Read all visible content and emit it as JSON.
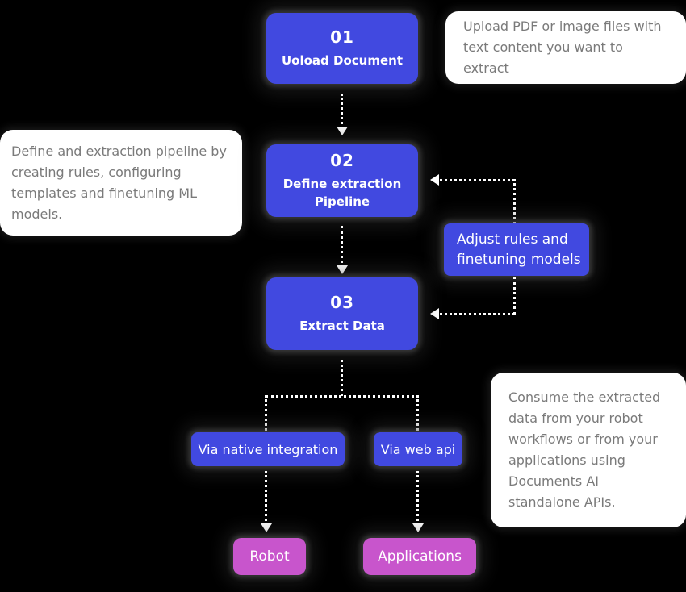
{
  "diagram": {
    "colors": {
      "box_blue": "#4149e0",
      "box_pink": "#c855cc",
      "note_bg": "#ffffff",
      "note_text": "#7a7a7a",
      "box_text": "#ffffff",
      "line": "#ffffff",
      "background": "#000000"
    },
    "steps": [
      {
        "number": "01",
        "title": "Uoload Document"
      },
      {
        "number": "02",
        "title": "Define extraction Pipeline"
      },
      {
        "number": "03",
        "title": "Extract Data"
      }
    ],
    "annotations": {
      "upload_note": "Upload PDF or image files with text content you want to extract",
      "define_note": "Define and extraction pipeline by creating rules, configuring templates and finetuning ML models.",
      "consume_note": "Consume the extracted data from your robot workflows or from your applications using Documents AI standalone APIs."
    },
    "adjust_box": {
      "label": "Adjust rules and finetuning models"
    },
    "integration_boxes": [
      {
        "label": "Via native integration"
      },
      {
        "label": "Via web api"
      }
    ],
    "target_boxes": [
      {
        "label": "Robot"
      },
      {
        "label": "Applications"
      }
    ]
  }
}
